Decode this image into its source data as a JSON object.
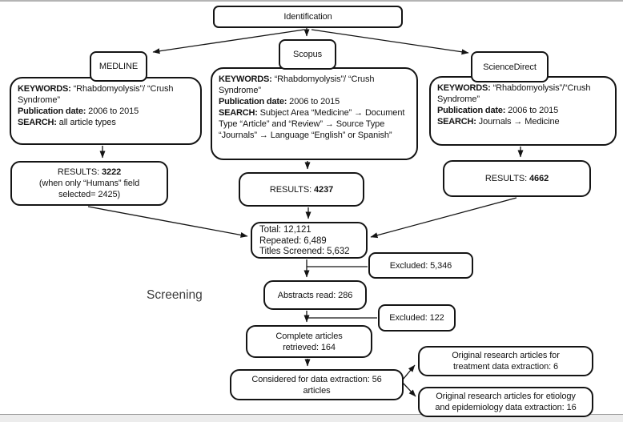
{
  "stages": {
    "identification": "Identification",
    "screening": "Screening"
  },
  "sources": {
    "medline": {
      "name": "MEDLINE",
      "criteria": [
        {
          "label": "KEYWORDS:",
          "value": " “Rhabdomyolysis”/ “Crush Syndrome”"
        },
        {
          "label": "Publication date:",
          "value": " 2006 to 2015"
        },
        {
          "label": "SEARCH:",
          "value": " all article types"
        }
      ],
      "results_label": "RESULTS:",
      "results_value": "3222",
      "results_note_lines": [
        "(when only “Humans” field",
        "selected= 2425)"
      ]
    },
    "scopus": {
      "name": "Scopus",
      "criteria": [
        {
          "label": "KEYWORDS:",
          "value": " “Rhabdomyolysis”/ “Crush Syndrome”"
        },
        {
          "label": "Publication date:",
          "value": " 2006 to 2015"
        },
        {
          "label": "SEARCH:",
          "value": " Subject Area “Medicine” → Document Type “Article” and “Review” → Source Type “Journals” → Language “English” or Spanish”"
        }
      ],
      "results_label": "RESULTS:",
      "results_value": "4237"
    },
    "sciencedirect": {
      "name": "ScienceDirect",
      "criteria": [
        {
          "label": "KEYWORDS:",
          "value": " “Rhabdomyolysis”/“Crush Syndrome”"
        },
        {
          "label": "Publication date:",
          "value": " 2006 to 2015"
        },
        {
          "label": "SEARCH:",
          "value": " Journals → Medicine"
        }
      ],
      "results_label": "RESULTS:",
      "results_value": "4662"
    }
  },
  "screening_flow": {
    "totals_lines": [
      "Total: 12,121",
      "Repeated: 6,489",
      "Titles Screened: 5,632"
    ],
    "excluded_titles": "Excluded: 5,346",
    "abstracts_read": "Abstracts read: 286",
    "excluded_abstracts": "Excluded: 122",
    "complete_articles_lines": [
      "Complete articles",
      "retrieved: 164"
    ],
    "considered_lines": [
      "Considered for data extraction: 56",
      "articles"
    ],
    "treatment_lines": [
      "Original research articles for",
      "treatment data extraction: 6"
    ],
    "etiology_lines": [
      "Original research articles for etiology",
      "and epidemiology data extraction: 16"
    ]
  },
  "colors": {
    "line": "#141414",
    "border": "#141414",
    "frame_gray": "#b4b4b4"
  }
}
